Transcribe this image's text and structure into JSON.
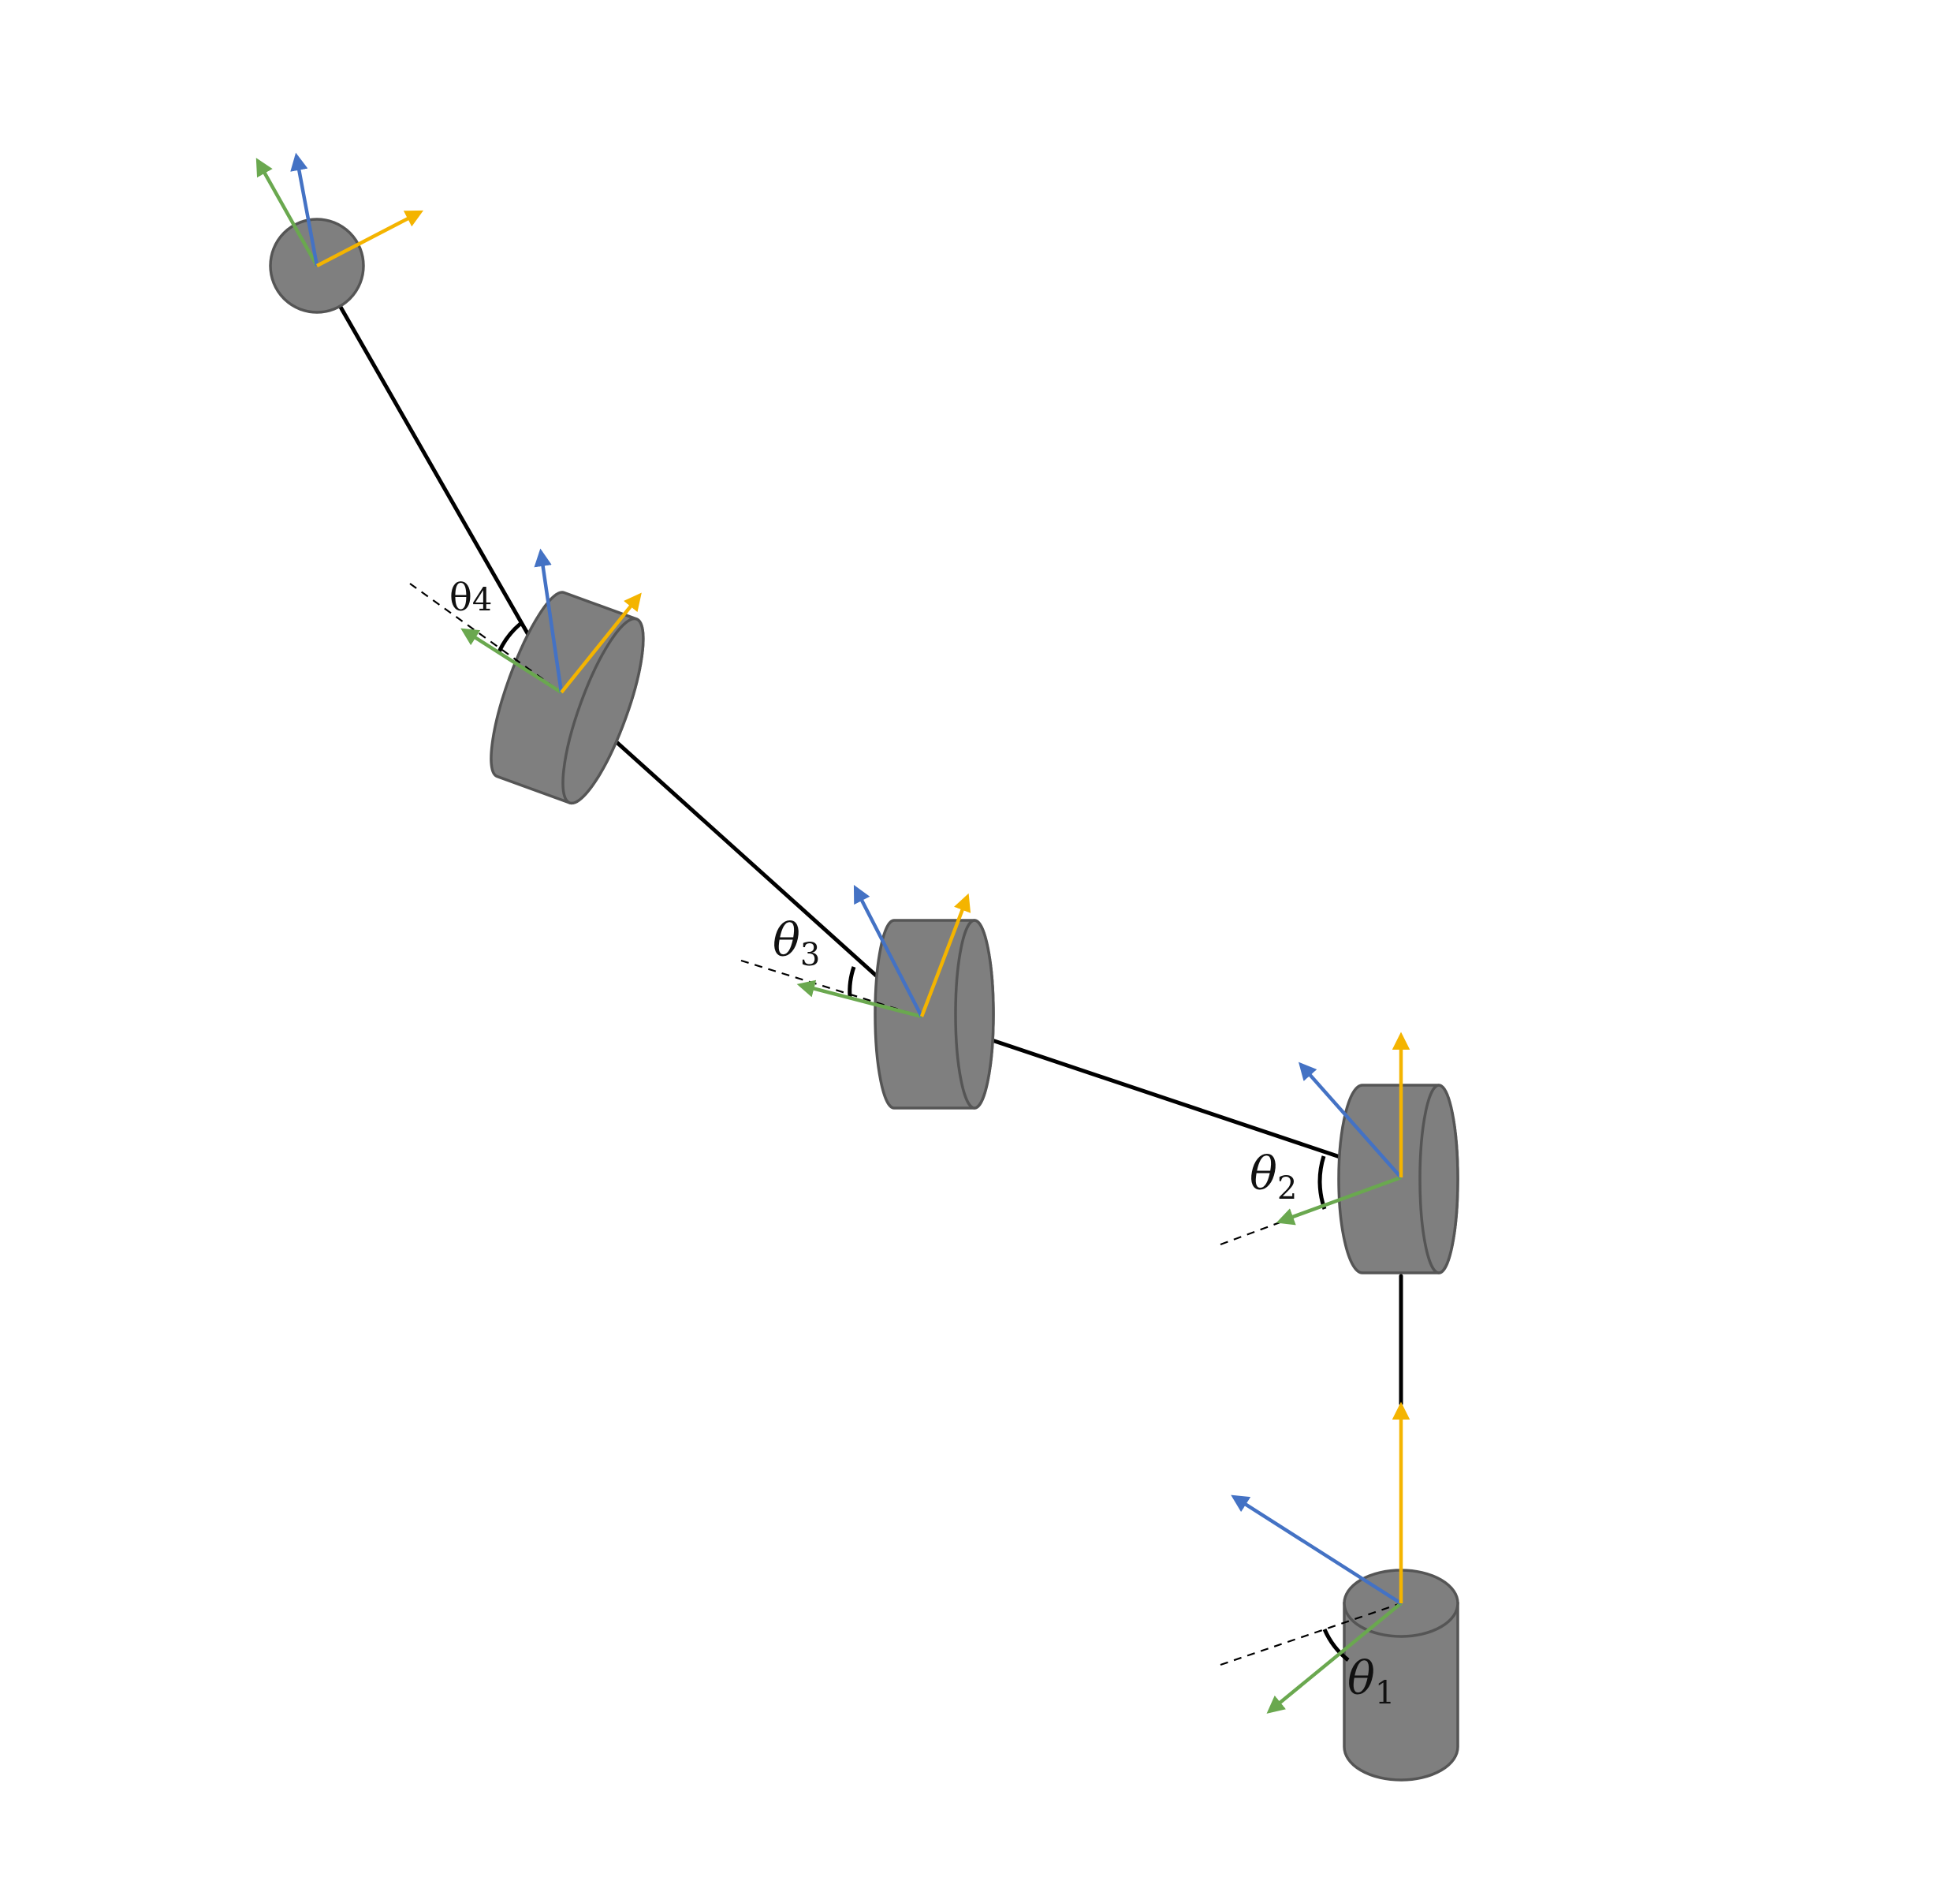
{
  "colors": {
    "background": "#ffffff",
    "joint_fill": "#7f7f7f",
    "joint_stroke": "#555555",
    "link": "#000000",
    "axis_x": "#6aa84f",
    "axis_y": "#4472c4",
    "axis_z": "#f4b400"
  },
  "joints": [
    {
      "name": "base-joint",
      "shape": "vertical-cylinder"
    },
    {
      "name": "joint-2",
      "shape": "side-cylinder"
    },
    {
      "name": "joint-3",
      "shape": "side-cylinder"
    },
    {
      "name": "joint-4",
      "shape": "tilted-cylinder"
    },
    {
      "name": "end-effector",
      "shape": "sphere"
    }
  ],
  "angles": [
    {
      "symbol": "θ",
      "subscript": "1"
    },
    {
      "symbol": "θ",
      "subscript": "2"
    },
    {
      "symbol": "θ",
      "subscript": "3"
    },
    {
      "symbol": "θ",
      "subscript": "4"
    }
  ]
}
